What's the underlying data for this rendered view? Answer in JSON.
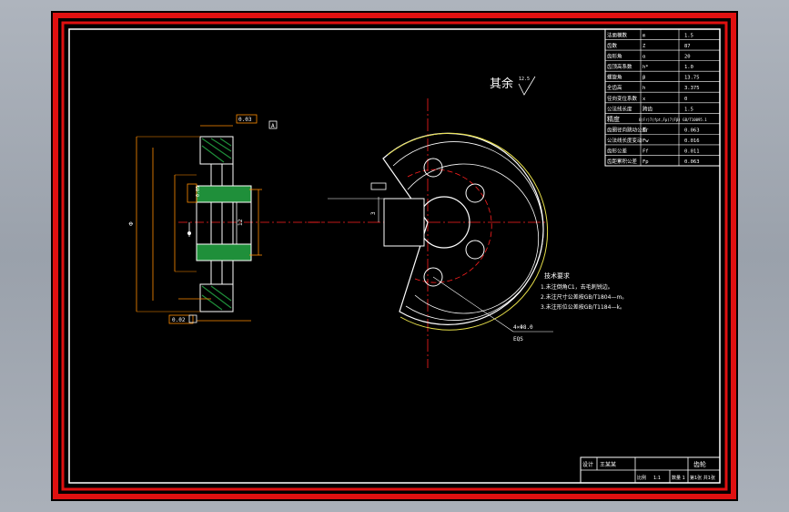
{
  "colors": {
    "background": "#000000",
    "border_red": "#e01010",
    "lines_white": "#ffffff",
    "center_red": "#ff2020",
    "dim_orange": "#ff8c00",
    "section_green": "#1f8f3a",
    "circle_yellow": "#e8e04a"
  },
  "surface_note": {
    "label": "其余",
    "roughness": "12.5"
  },
  "gear_params": [
    {
      "name": "法面模数",
      "symbol": "m",
      "value": "1.5"
    },
    {
      "name": "齿数",
      "symbol": "Z",
      "value": "87"
    },
    {
      "name": "齿形角",
      "symbol": "α",
      "value": "20"
    },
    {
      "name": "齿顶高系数",
      "symbol": "h*",
      "value": "1.0"
    },
    {
      "name": "螺旋角",
      "symbol": "β",
      "value": "13.75"
    },
    {
      "name": "全齿高",
      "symbol": "h",
      "value": "3.375"
    },
    {
      "name": "径向变位系数",
      "symbol": "x",
      "value": "0"
    },
    {
      "name": "公法线长度",
      "symbol": "跨齿",
      "value": "1.5"
    },
    {
      "name": "精度",
      "symbol": "8(Fr)7(fpt,Fp)7(Fβ) GB/T10095.1",
      "value": ""
    },
    {
      "name": "齿圈径向跳动公差",
      "symbol": "Fr",
      "value": "0.063"
    },
    {
      "name": "公法线长度变动",
      "symbol": "Fw",
      "value": "0.016"
    },
    {
      "name": "齿形公差",
      "symbol": "Ff",
      "value": "0.011"
    },
    {
      "name": "齿距累积公差",
      "symbol": "Fp",
      "value": "0.063"
    }
  ],
  "tech_requirements": {
    "title": "技术要求",
    "items": [
      "1.未注倒角C1，去毛刺锐边。",
      "2.未注尺寸公差按GB/T1804—m。",
      "3.未注形位公差按GB/T1184—k。"
    ]
  },
  "leader_note": {
    "hole": "4×Φ8.0",
    "eq": "EQS"
  },
  "datum_labels": {
    "ref_a": "A",
    "flatness": "0.02",
    "runout": "0.03",
    "dim_dia": "Φ",
    "keyway": "12",
    "tolerance": "0.05",
    "key_depth": "3"
  },
  "title_block": {
    "row1": [
      "设计",
      "王某某"
    ],
    "part_name": "齿轮",
    "row2": [
      "比例",
      "1:1",
      "数量 1",
      "第1张 共1张"
    ]
  }
}
